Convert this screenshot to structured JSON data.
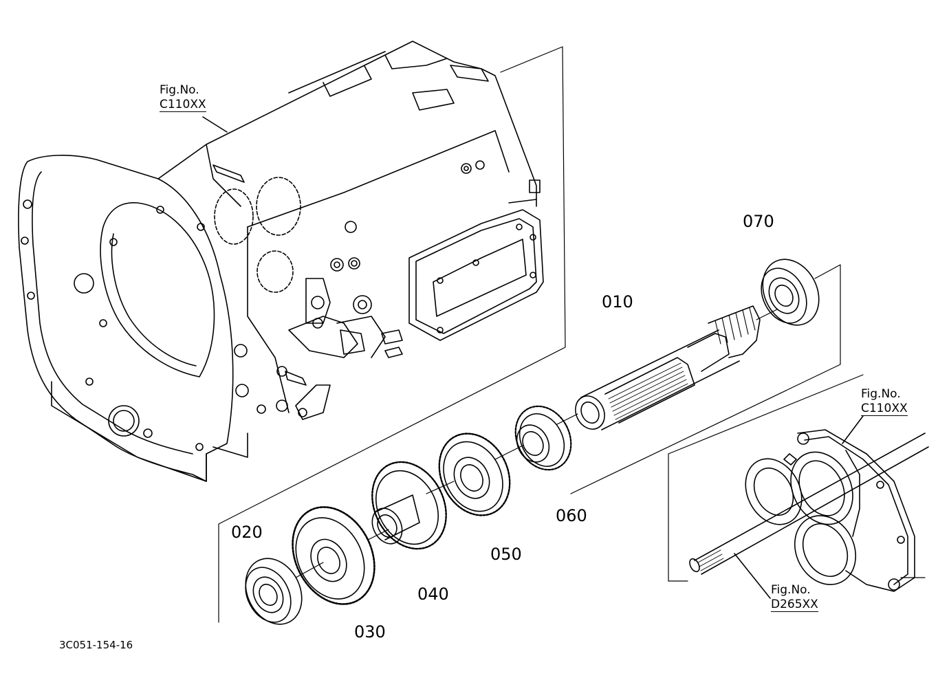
{
  "diagram": {
    "drawing_number": "3C051-154-16",
    "figure_references": [
      {
        "id": "fig-ref-top-housing",
        "label": "Fig.No.",
        "code": "C110XX"
      },
      {
        "id": "fig-ref-right-case",
        "label": "Fig.No.",
        "code": "C110XX"
      },
      {
        "id": "fig-ref-shaft",
        "label": "Fig.No.",
        "code": "D265XX"
      }
    ],
    "part_callouts": [
      "010",
      "020",
      "030",
      "040",
      "050",
      "060",
      "070"
    ]
  },
  "colors": {
    "line": "#000000",
    "background": "#ffffff"
  }
}
